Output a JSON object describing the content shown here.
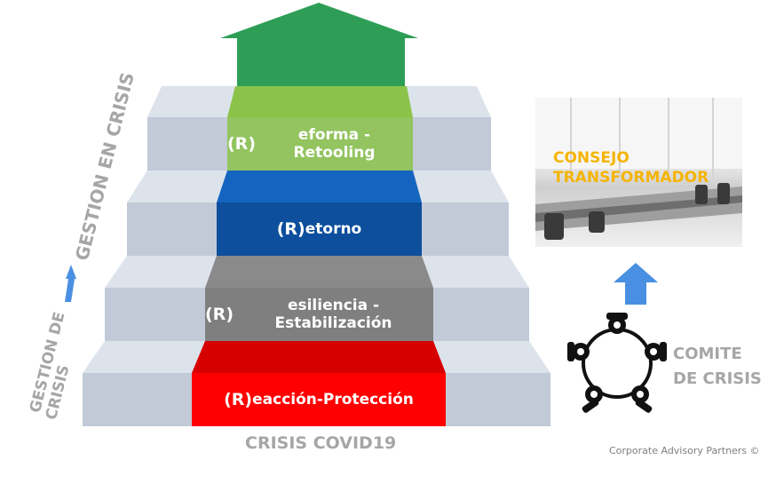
{
  "steps": [
    {
      "lead": "(R)",
      "rest": "eforma - Retooling",
      "color": "#8bc34a"
    },
    {
      "lead": "(R)",
      "rest": "etorno",
      "color": "#0d4f9c"
    },
    {
      "lead": "(R)",
      "rest": "esiliencia - Estabilización",
      "color": "#7f7f7f"
    },
    {
      "lead": "(R)",
      "rest": "eacción-Protección",
      "color": "#e60000"
    }
  ],
  "base_label": "CRISIS COVID19",
  "side_label_top": "GESTION EN CRISIS",
  "side_label_bottom_line1": "GESTION DE",
  "side_label_bottom_line2": "CRISIS",
  "consejo_line1": "CONSEJO",
  "consejo_line2": "TRANSFORMADOR",
  "comite_line1": "COMITE",
  "comite_line2": "DE CRISIS",
  "copyright": "Corporate Advisory Partners ©",
  "colors": {
    "top_arrow": "#2e9e57",
    "blue_arrow": "#4a90e2",
    "stair_top": "#dde3eb",
    "stair_front": "#c2cad8",
    "label_gray": "#a6a6a6",
    "consejo_text": "#f5b400"
  }
}
